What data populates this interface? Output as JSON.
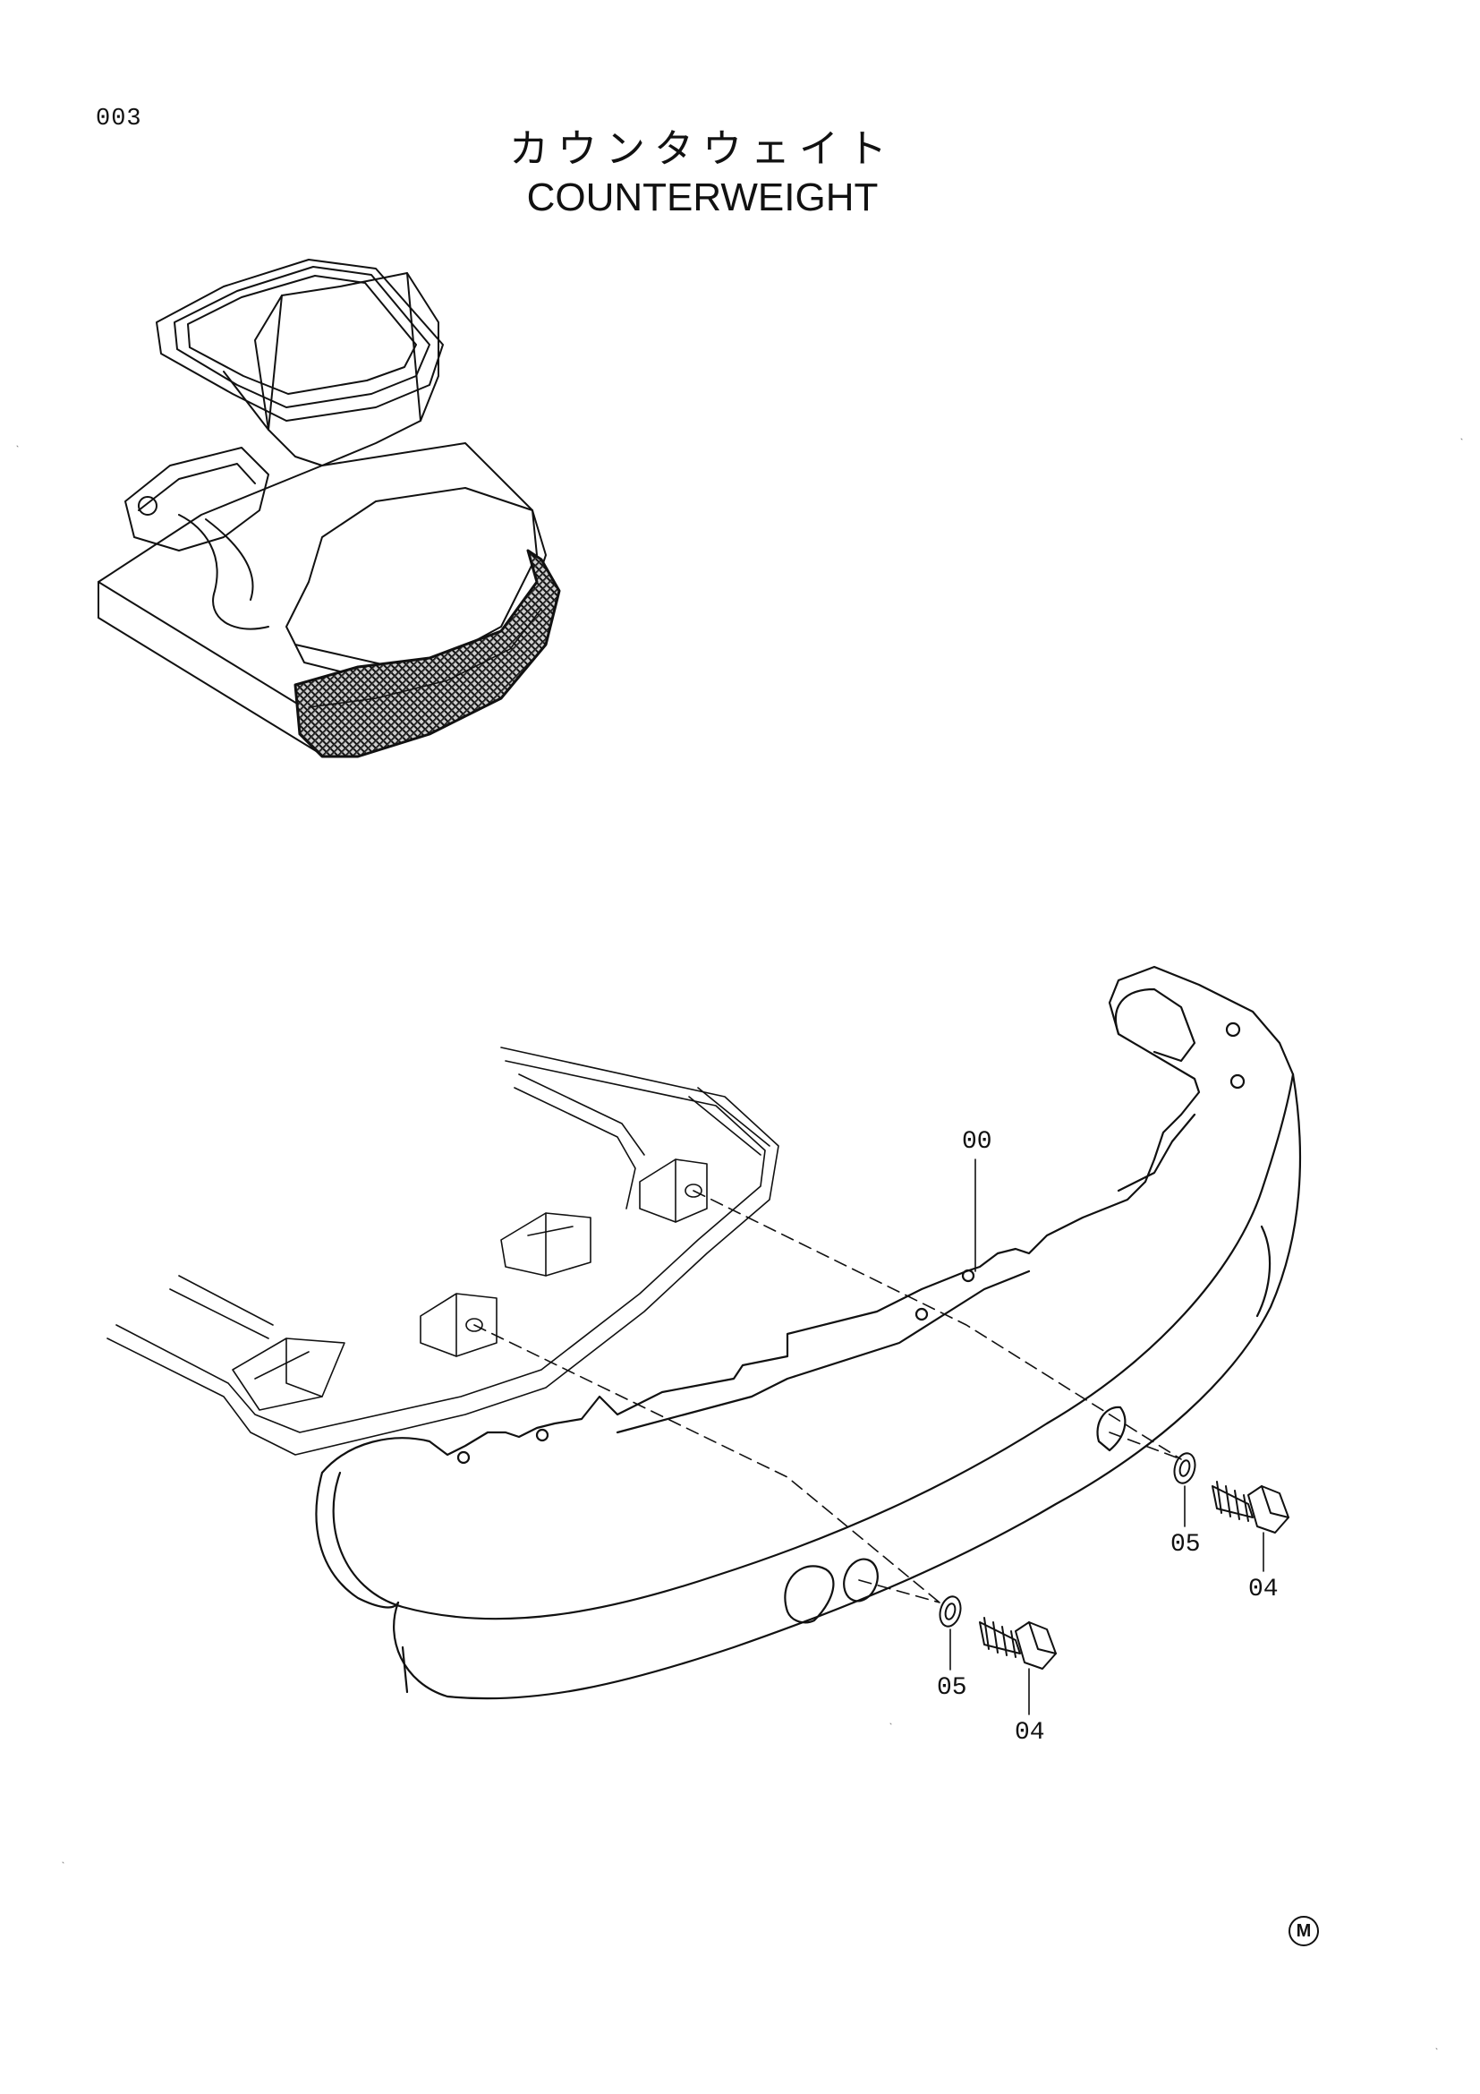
{
  "page_number": "003",
  "title_jp": "カウンタウェイト",
  "title_en": "COUNTERWEIGHT",
  "callouts": {
    "main": "00",
    "washer_right": "05",
    "bolt_right": "04",
    "washer_left": "05",
    "bolt_left": "04"
  },
  "mark": "M"
}
